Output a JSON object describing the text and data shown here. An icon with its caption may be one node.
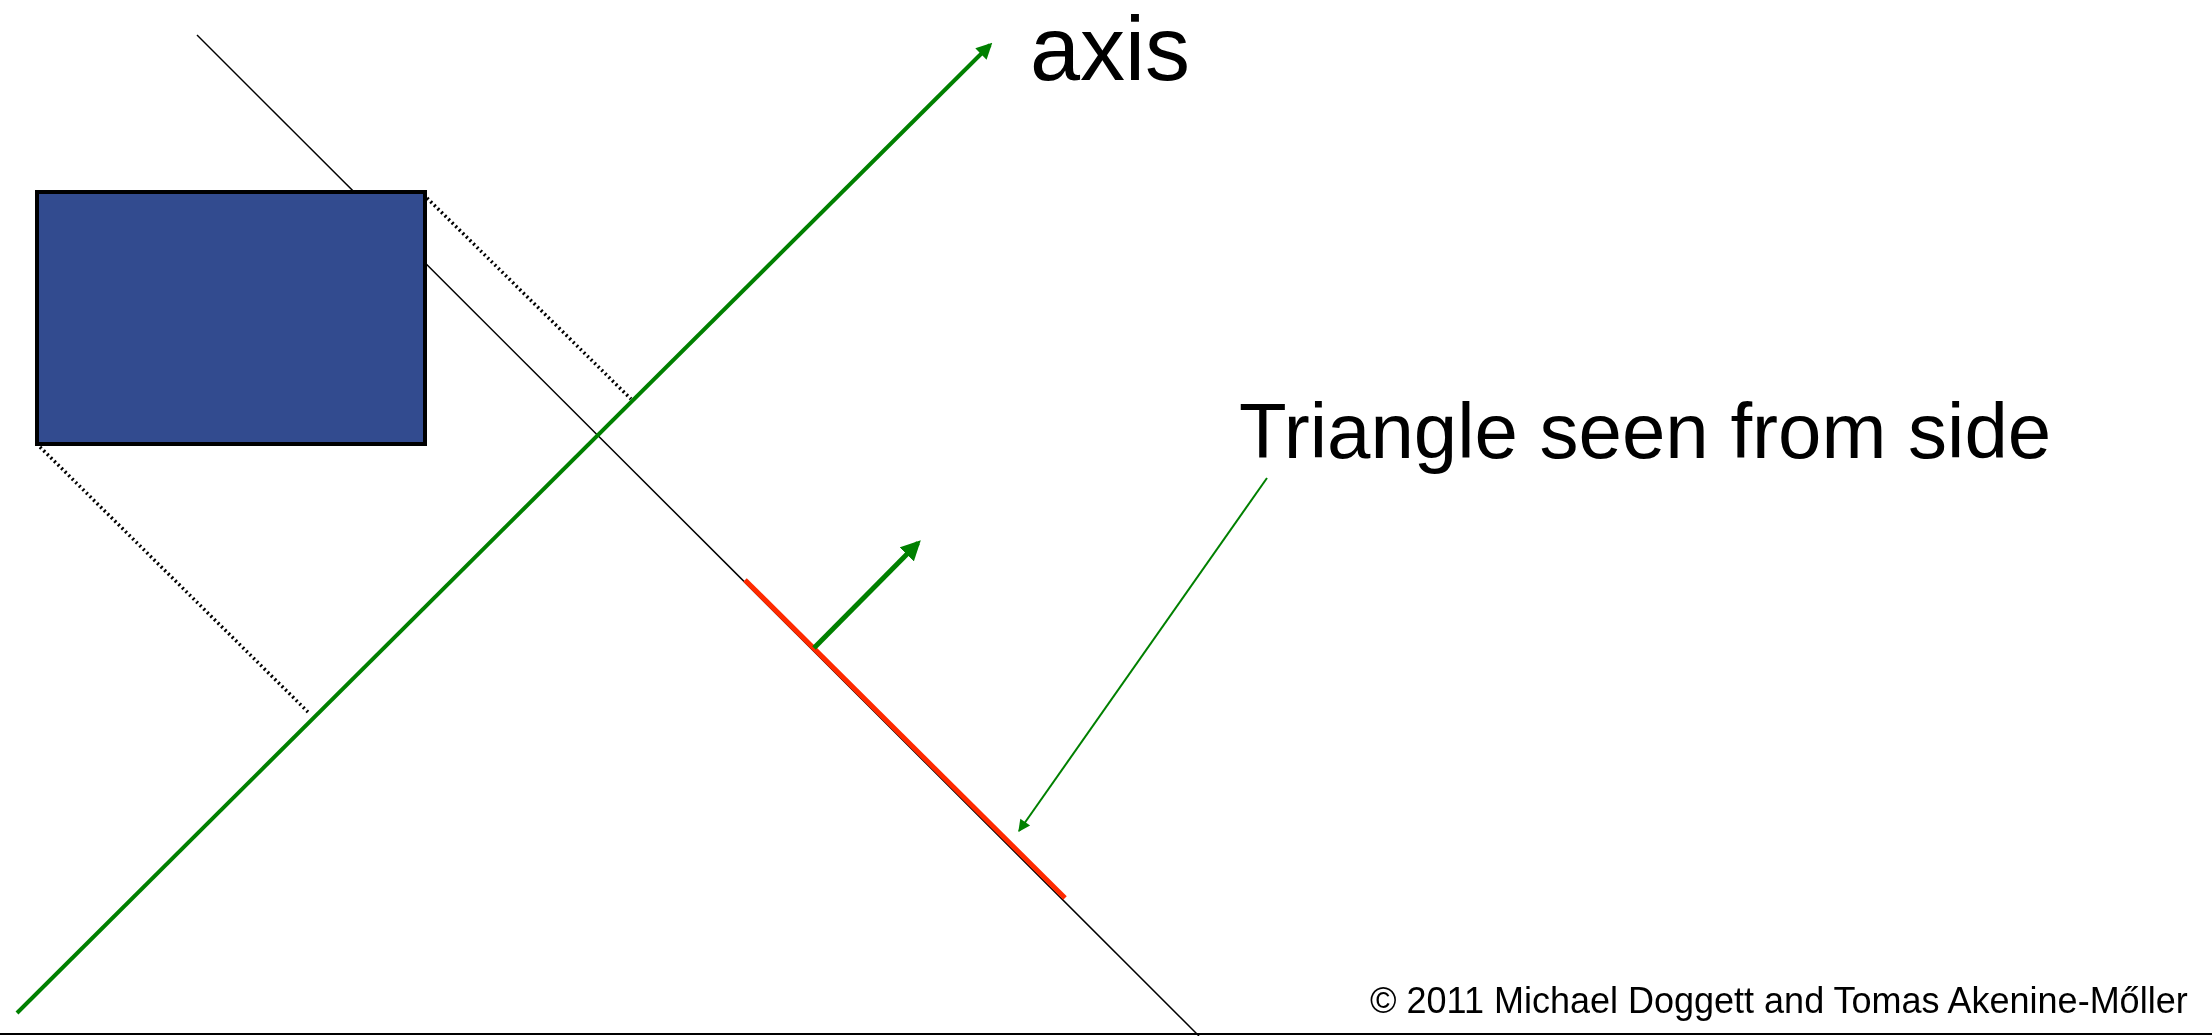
{
  "diagram": {
    "nodes": [
      {
        "text": [],
        "shape": "box"
      },
      {
        "text": [
          "Triangle seen from side"
        ]
      },
      {
        "text": [],
        "shape": "bar"
      }
    ],
    "edges": [
      {
        "from": 1,
        "to": 2,
        "arrow": "to"
      }
    ],
    "labels": [
      "axis",
      "© 2011 Michael Doggett and Tomas Akenine-Mőller"
    ]
  }
}
